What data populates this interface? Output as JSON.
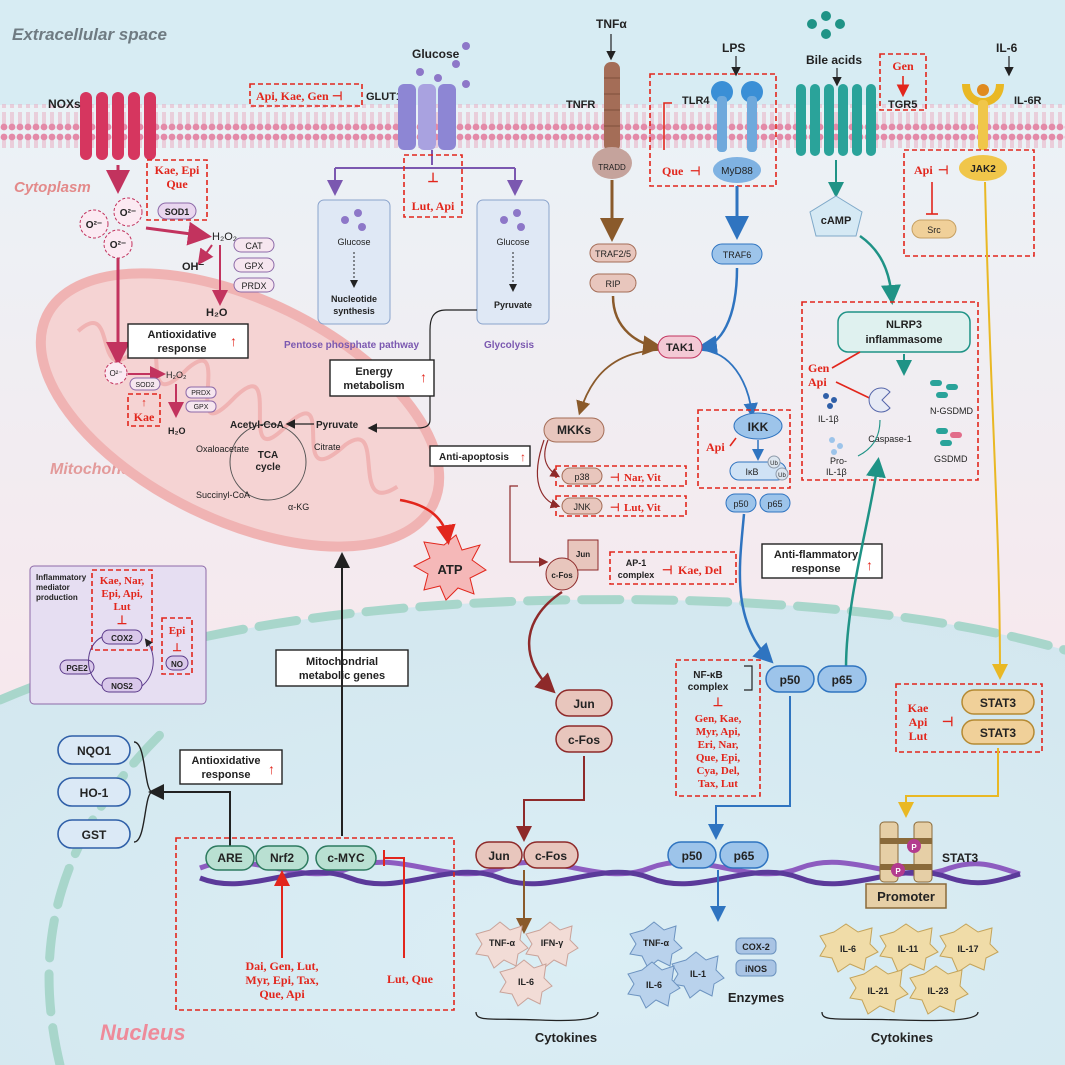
{
  "regions": {
    "extracellular": "Extracellular space",
    "cytoplasm": "Cytoplasm",
    "mitochondrion": "Mitochondrion",
    "nucleus": "Nucleus"
  },
  "receptors": {
    "noxs": "NOXs",
    "glucose_top": "Glucose",
    "glut1_inh": "Api, Kae, Gen",
    "glut1": "GLUT1",
    "tnfa": "TNFα",
    "tnfr": "TNFR",
    "tradd": "TRADD",
    "lps": "LPS",
    "tlr4": "TLR4",
    "myd88": "MyD88",
    "que": "Que",
    "bile": "Bile acids",
    "gen_tgr5": "Gen",
    "tgr5": "TGR5",
    "il6": "IL-6",
    "il6r": "IL-6R",
    "jak2": "JAK2",
    "api_jak": "Api",
    "src": "Src"
  },
  "oxidative": {
    "sod1_inh": [
      "Kae, Epi",
      "Que"
    ],
    "sod1": "SOD1",
    "o2": "O²⁻",
    "h2o2": "H₂O₂",
    "oh": "OH⁻",
    "cat": "CAT",
    "gpx": "GPX",
    "prdx": "PRDX",
    "h2o": "H₂O",
    "antiox_resp": [
      "Antioxidative",
      "response"
    ],
    "sod2": "SOD2",
    "kae": "Kae",
    "mh2o2": "H₂O₂",
    "mprdx": "PRDX",
    "mgpx": "GPX",
    "mh2o": "H₂O"
  },
  "glucose_paths": {
    "lut_api": "Lut, Api",
    "ppp_glucose": "Glucose",
    "nucleotide": [
      "Nucleotide",
      "synthesis"
    ],
    "gly_glucose": "Glucose",
    "pyruvate": "Pyruvate",
    "ppp": "Pentose phosphate pathway",
    "glycolysis": "Glycolysis",
    "energy": [
      "Energy",
      "metabolism"
    ]
  },
  "tca": {
    "acetyl": "Acetyl-CoA",
    "pyruvate": "Pyruvate",
    "oxalo": "Oxaloacetate",
    "citrate": "Citrate",
    "tca": [
      "TCA",
      "cycle"
    ],
    "succinyl": "Succinyl-CoA",
    "akg": "α-KG",
    "atp": "ATP"
  },
  "mapk": {
    "traf25": "TRAF2/5",
    "rip": "RIP",
    "traf6": "TRAF6",
    "tak1": "TAK1",
    "mkks": "MKKs",
    "anti_apop": "Anti-apoptosis",
    "p38": "p38",
    "p38_inh": "Nar, Vit",
    "jnk": "JNK",
    "jnk_inh": "Lut, Vit",
    "jun": "Jun",
    "cfos": "c-Fos",
    "ap1": [
      "AP-1",
      "complex"
    ],
    "ap1_inh": "Kae, Del",
    "ikk": "IKK",
    "api_ikk": "Api",
    "ikb": "IκB",
    "ub": "Ub",
    "p50": "p50",
    "p65": "p65",
    "anti_infl": [
      "Anti-flammatory",
      "response"
    ]
  },
  "nlrp3": {
    "title": [
      "NLRP3",
      "inflammasome"
    ],
    "gen": "Gen",
    "api": "Api",
    "il1b": "IL-1β",
    "pro_il1b": [
      "Pro-",
      "IL-1β"
    ],
    "casp1": "Caspase-1",
    "ngsdmd": "N-GSDMD",
    "gsdmd": "GSDMD"
  },
  "inflam_box": {
    "title": [
      "Inflammatory",
      "mediator",
      "production"
    ],
    "inh": [
      "Kae, Nar,",
      "Epi, Api,",
      "Lut"
    ],
    "cox2": "COX2",
    "epi": "Epi",
    "no": "NO",
    "pge2": "PGE2",
    "nos2": "NOS2"
  },
  "nuclear": {
    "mito_genes": [
      "Mitochondrial",
      "metabolic genes"
    ],
    "nqo1": "NQO1",
    "ho1": "HO-1",
    "gst": "GST",
    "antiox_resp": [
      "Antioxidative",
      "response"
    ],
    "are": "ARE",
    "nrf2": "Nrf2",
    "cmyc": "c-MYC",
    "nrf2_inh": [
      "Dai, Gen, Lut,",
      "Myr, Epi, Tax,",
      "Que, Api"
    ],
    "myc_inh": "Lut, Que",
    "jun": "Jun",
    "cfos": "c-Fos",
    "nfkb": [
      "NF-κB",
      "complex"
    ],
    "nfkb_inh": [
      "Gen, Kae,",
      "Myr, Api,",
      "Eri, Nar,",
      "Que, Epi,",
      "Cya, Del,",
      "Tax, Lut"
    ],
    "p50": "p50",
    "p65": "p65",
    "stat3_inh": [
      "Kae",
      "Api",
      "Lut"
    ],
    "stat3": "STAT3",
    "stat3_label": "STAT3",
    "p": "P",
    "promoter": "Promoter"
  },
  "outputs": {
    "ap1_cyto": [
      "TNF-α",
      "IFN-γ",
      "IL-6"
    ],
    "nfkb_cyto": [
      "TNF-α",
      "IL-1",
      "IL-6"
    ],
    "enzymes": [
      "COX-2",
      "iNOS"
    ],
    "enzymes_label": "Enzymes",
    "stat_cyto": [
      "IL-6",
      "IL-11",
      "IL-17",
      "IL-21",
      "IL-23"
    ],
    "cytokines": "Cytokines"
  }
}
